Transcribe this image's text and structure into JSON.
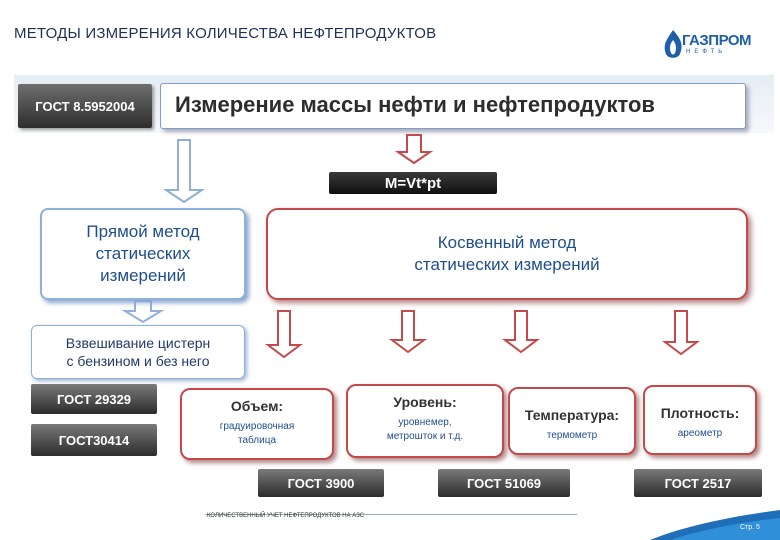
{
  "header": {
    "title": "МЕТОДЫ ИЗМЕРЕНИЯ КОЛИЧЕСТВА НЕФТЕПРОДУКТОВ",
    "logo_text": "ГАЗПРОМ",
    "logo_sub": "НЕФТЬ"
  },
  "main_gost": "ГОСТ 8.5952004",
  "heading": "Измерение массы нефти и нефтепродуктов",
  "formula": "M=Vt*pt",
  "direct_method": {
    "line1": "Прямой метод",
    "line2": "статических",
    "line3": "измерений"
  },
  "indirect_method": {
    "line1": "Косвенный метод",
    "line2": "статических измерений"
  },
  "weighing": {
    "line1": "Взвешивание цистерн",
    "line2": "с бензином и без него"
  },
  "direct_gosts": [
    "ГОСТ 29329",
    "ГОСТ30414"
  ],
  "params": [
    {
      "title": "Объем:",
      "line1": "градуировочная",
      "line2": "таблица"
    },
    {
      "title": "Уровень:",
      "line1": "уровнемер,",
      "line2": "метрошток и т.д."
    },
    {
      "title": "Температура:",
      "line1": "термометр",
      "line2": ""
    },
    {
      "title": "Плотность:",
      "line1": "ареометр",
      "line2": ""
    }
  ],
  "indirect_gosts": [
    "ГОСТ 3900",
    "ГОСТ 51069",
    "ГОСТ 2517"
  ],
  "footer": {
    "text": "КОЛИЧЕСТВЕННЫЙ УЧЕТ НЕФТЕПРОДУКТОВ НА АЗС",
    "page": "Стр. 5"
  },
  "colors": {
    "accent_blue": "#1f4e8c",
    "accent_red": "#c24a4a",
    "arrow_blue": "#8fb0d8"
  }
}
